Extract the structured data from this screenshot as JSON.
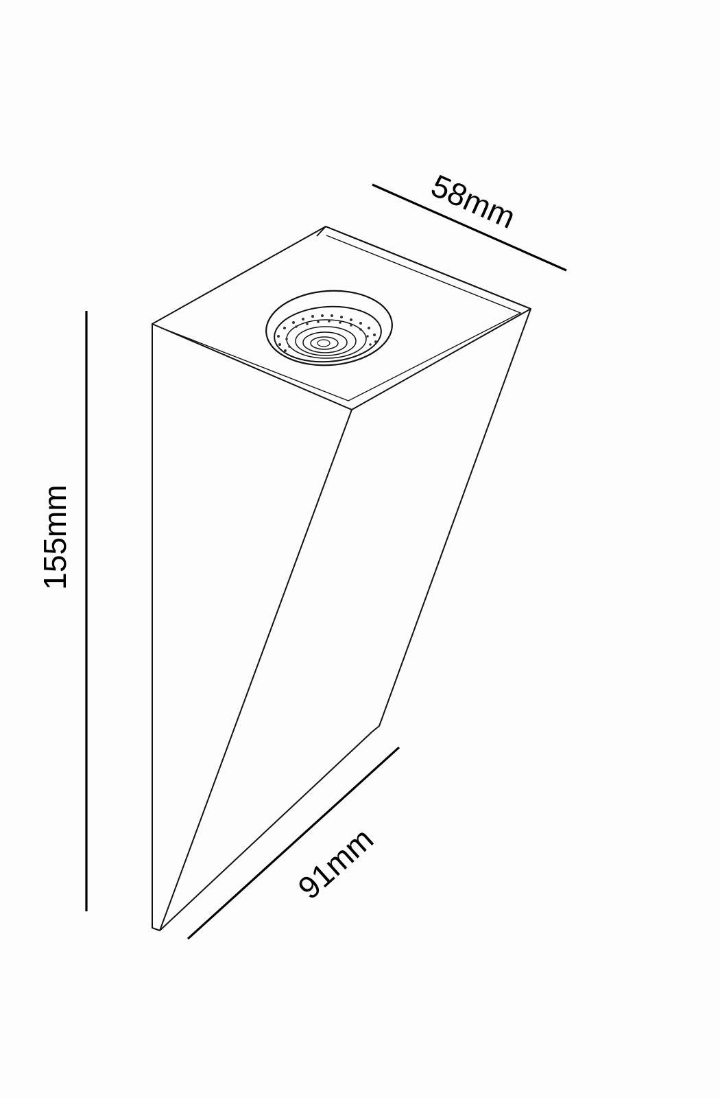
{
  "drawing": {
    "type": "technical dimension drawing",
    "subject": "wedge-shaped wall light with single top lens",
    "colors": {
      "background": "#fdfdfd",
      "line": "#111111",
      "dimension_line": "#000000"
    }
  },
  "dimensions": {
    "height": {
      "label": "155mm",
      "value": 155,
      "unit": "mm"
    },
    "width": {
      "label": "58mm",
      "value": 58,
      "unit": "mm"
    },
    "depth": {
      "label": "91mm",
      "value": 91,
      "unit": "mm"
    }
  }
}
